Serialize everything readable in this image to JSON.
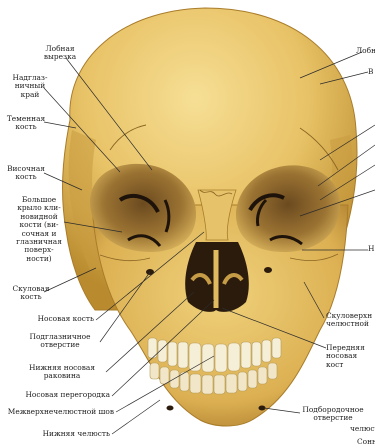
{
  "diagram": {
    "colors": {
      "bone": "#e7c46a",
      "bone_light": "#f3db8c",
      "bone_dark": "#b88a2c",
      "cavity": "#2b1b0c",
      "teeth": "#f7f1dc",
      "leader": "#2c2c2c"
    },
    "labels_left": [
      {
        "key": "frontal_notch",
        "text": "Лобная\nвырезка"
      },
      {
        "key": "supraorbital_margin",
        "text": "Надглаз-\nничный\nкрай"
      },
      {
        "key": "parietal_bone",
        "text": "Теменная\nкость"
      },
      {
        "key": "temporal_bone",
        "text": "Височная\nкость"
      },
      {
        "key": "greater_wing",
        "text": "Большое\nкрыло кли-\nновидной\nкости (ви-\nсочная и\nглазничная\nповерх-\nности)"
      },
      {
        "key": "zygomatic_bone",
        "text": "Скуловая\nкость"
      },
      {
        "key": "nasal_bone",
        "text": "Носовая кость"
      },
      {
        "key": "infraorbital_foramen",
        "text": "Подглазничное\nотверстие"
      },
      {
        "key": "inferior_concha",
        "text": "Нижняя носовая\nраковина"
      },
      {
        "key": "nasal_septum",
        "text": "Носовая перегородка"
      },
      {
        "key": "intermaxillary_suture",
        "text": "Межверхнечелюстной шов"
      },
      {
        "key": "mandible",
        "text": "Нижняя челюсть"
      }
    ],
    "labels_right": [
      {
        "key": "frontal_bone",
        "text": "Лобн"
      },
      {
        "key": "frontal_cut",
        "text": "В"
      },
      {
        "key": "mid_cut",
        "text": "Н"
      },
      {
        "key": "zygomaticomaxillary",
        "text": "Скуловерхн\nчелюстной"
      },
      {
        "key": "anterior_nasal_spine",
        "text": "Передняя\nносовая кост"
      },
      {
        "key": "mental_foramen",
        "text": "Подбородочное\nотверстие"
      },
      {
        "key": "chin_cut",
        "text": "челюст"
      },
      {
        "key": "bottom_cut",
        "text": "Сонн"
      }
    ]
  }
}
